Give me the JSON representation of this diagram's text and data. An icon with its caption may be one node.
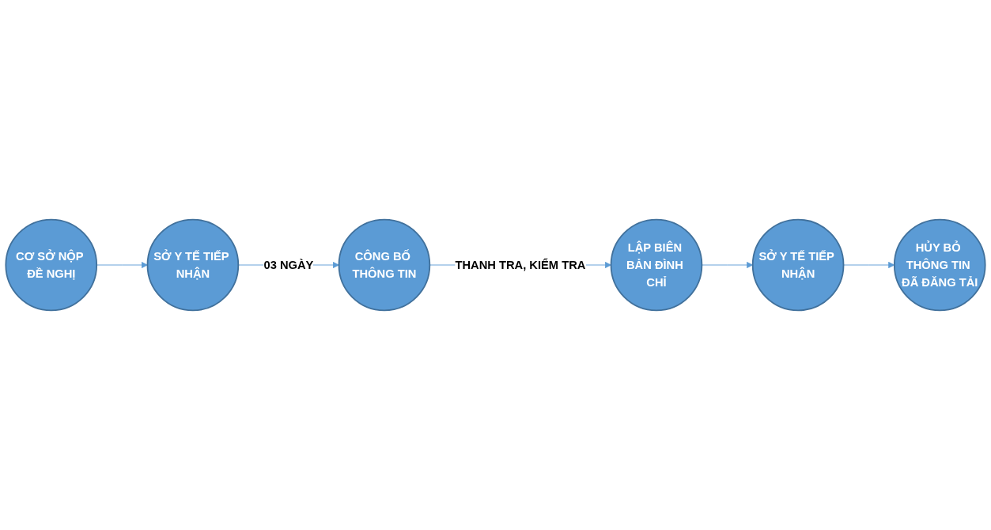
{
  "diagram": {
    "nodes": [
      {
        "text": [
          "CƠ SỞ NỘP ĐỀ NGHỊ"
        ]
      },
      {
        "text": [
          "SỞ Y TẾ TIẾP NHẬN"
        ]
      },
      {
        "text": [
          "CÔNG BỐ THÔNG TIN"
        ]
      },
      {
        "text": [
          "LẬP BIÊN BẢN ĐÌNH CHỈ"
        ]
      },
      {
        "text": [
          "SỞ Y TẾ TIẾP NHẬN"
        ]
      },
      {
        "text": [
          "HỦY BỎ THÔNG TIN ĐÃ ĐĂNG TẢI"
        ]
      }
    ],
    "edges": [
      {
        "from": 0,
        "to": 1,
        "arrow": "to"
      },
      {
        "from": 1,
        "to": 2,
        "arrow": "to",
        "label": "03 NGÀY"
      },
      {
        "from": 2,
        "to": 3,
        "arrow": "to",
        "label": "THANH TRA, KIỂM TRA"
      },
      {
        "from": 3,
        "to": 4,
        "arrow": "to"
      },
      {
        "from": 4,
        "to": 5,
        "arrow": "to"
      }
    ]
  }
}
